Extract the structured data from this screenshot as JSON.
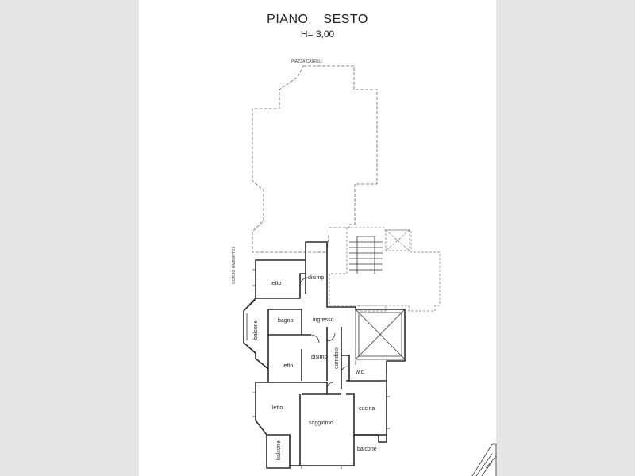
{
  "header": {
    "title": "PIANO    SESTO",
    "height": "H= 3,00"
  },
  "streets": {
    "top": "PIAZZA CAIROLI",
    "left": "CORSO UMBERTO I"
  },
  "rooms": {
    "letto_1": "letto",
    "disimp_1": "disimp",
    "balcone_left": "balcone",
    "bagno": "bagno",
    "ingresso": "ingresso",
    "letto_2": "letto",
    "disimp_2": "disimp",
    "corridoio": "corridoio",
    "wc": "w.c.",
    "letto_3": "letto",
    "soggiorno": "soggiorno",
    "cucina": "cucina",
    "balcone_bottom_left": "balcone",
    "balcone_bottom_right": "balcone"
  }
}
